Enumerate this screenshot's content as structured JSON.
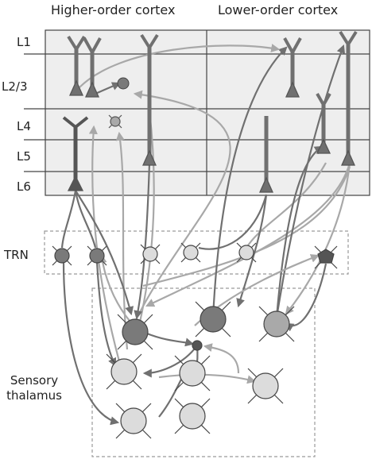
{
  "headers": {
    "higher": "Higher-order cortex",
    "lower": "Lower-order cortex"
  },
  "layers": [
    "L1",
    "L2/3",
    "L4",
    "L5",
    "L6"
  ],
  "trn_label": "TRN",
  "thalamus_label": {
    "line1": "Sensory",
    "line2": "thalamus"
  },
  "colors": {
    "dark_neuron": "#7a7a7a",
    "mid_neuron": "#a9a9a9",
    "light_neuron": "#dcdcdc",
    "dark_axon": "#707070",
    "light_axon": "#a8a8a8",
    "panel_bg": "#eeeeee",
    "dashed_box": "#9a9a9a"
  }
}
